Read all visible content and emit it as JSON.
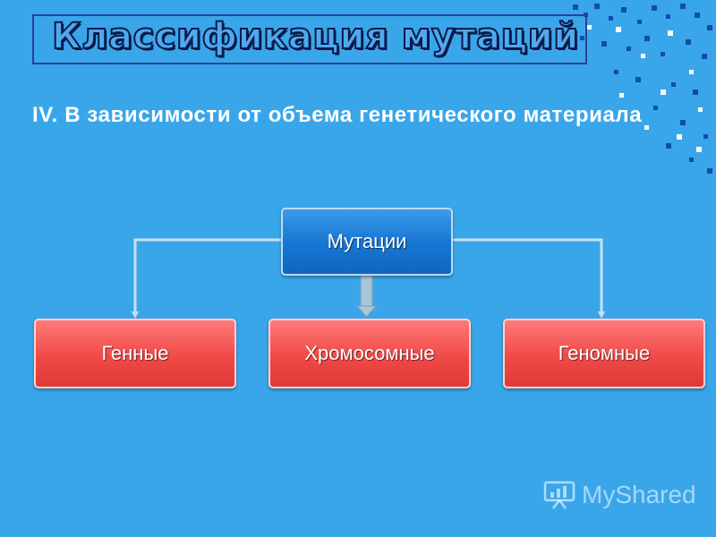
{
  "title": "Классификация мутаций",
  "subtitle": "IV. В зависимости от объема генетического материала",
  "diagram": {
    "root": "Мутации",
    "children": [
      "Генные",
      "Хромосомные",
      "Геномные"
    ]
  },
  "watermark": "MyShared",
  "icons": {
    "watermark": "presentation-board-icon",
    "decoration": "pixel-stripes-decoration"
  },
  "colors": {
    "background": "#3aa6ea",
    "root_node": "#1778d4",
    "child_node": "#f04a48",
    "title_fill": "#4fa9ec",
    "title_outline": "#0b1a4a"
  }
}
